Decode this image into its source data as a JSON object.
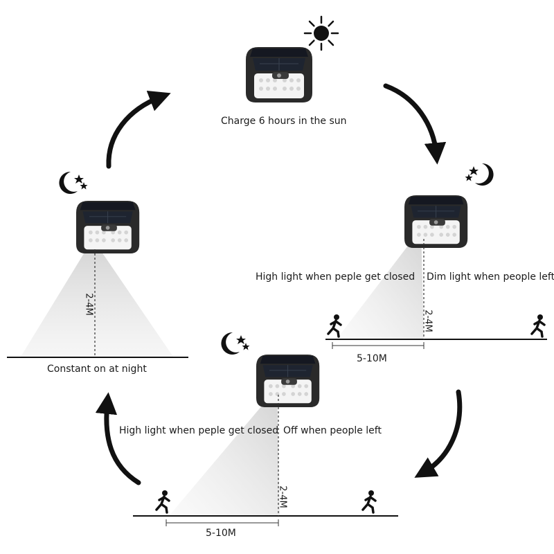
{
  "steps": {
    "charge": {
      "caption": "Charge 6 hours in the sun"
    },
    "mode_dim": {
      "near_caption": "High light when peple get closed",
      "away_caption": "Dim light when people left",
      "height": "2-4M",
      "distance": "5-10M"
    },
    "mode_off": {
      "near_caption": "High light when peple get closed",
      "away_caption": "Off when people left",
      "height": "2-4M",
      "distance": "5-10M"
    },
    "mode_constant": {
      "caption": "Constant on at night",
      "height": "2-4M"
    }
  },
  "icons": [
    "sun-icon",
    "moon-stars-icon",
    "walking-person-icon",
    "cycle-arrow-icon",
    "solar-lamp-icon"
  ],
  "colors": {
    "ink": "#111111",
    "lamp_body": "#2b2b2b",
    "panel": "#1c1f26",
    "beam": "#d9d9d9"
  }
}
